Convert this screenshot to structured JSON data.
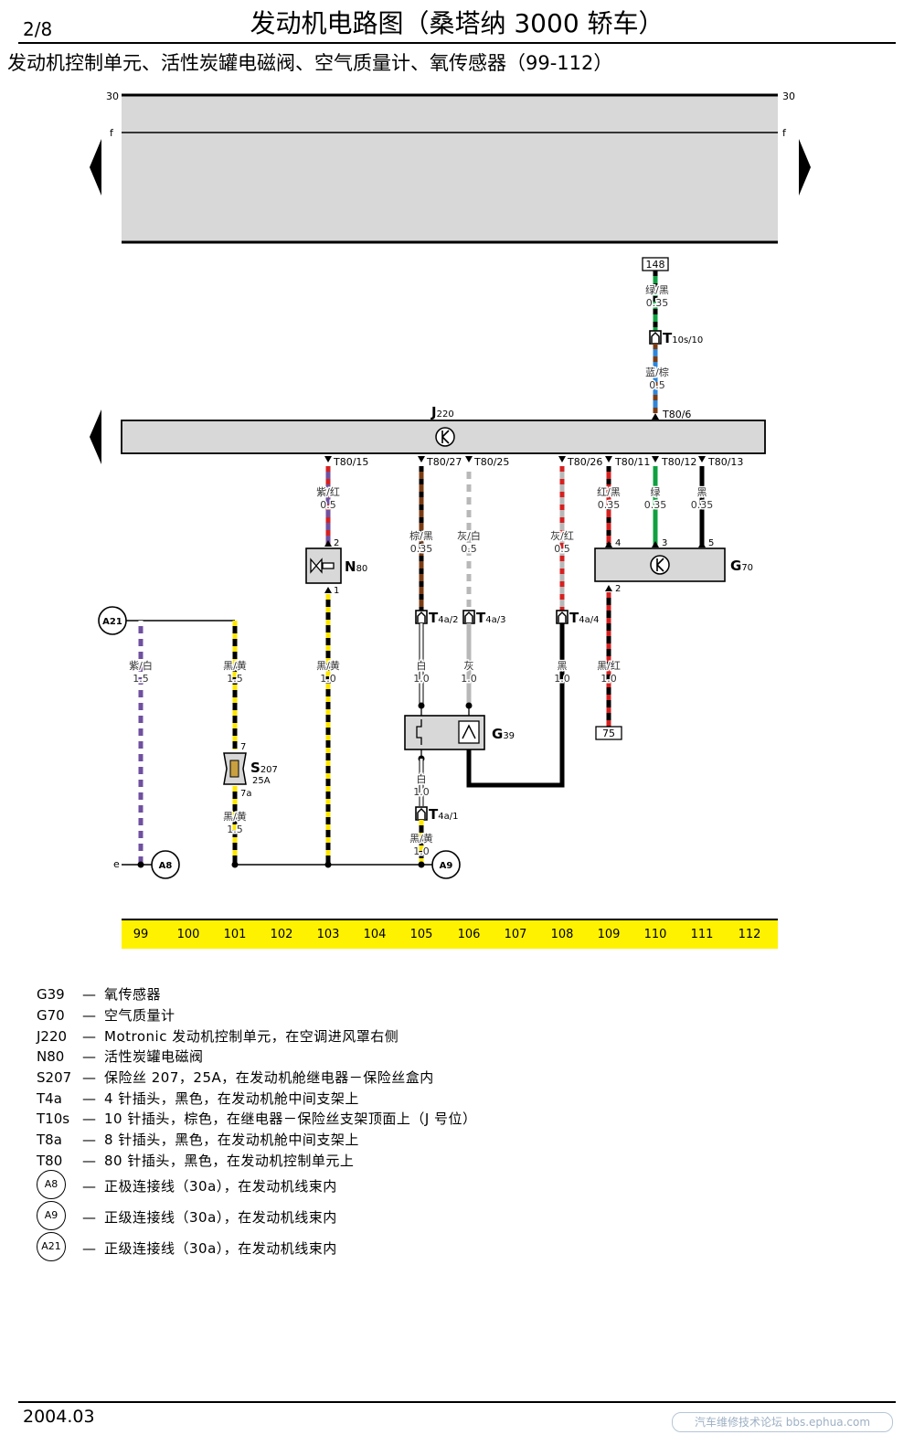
{
  "header": {
    "page": "2/8",
    "title": "发动机电路图（桑塔纳 3000 轿车）",
    "subtitle": "发动机控制单元、活性炭罐电磁阀、空气质量计、氧传感器（99-112）"
  },
  "footer": {
    "date": "2004.03",
    "watermark": "汽车维修技术论坛 bbs.ephua.com"
  },
  "colors": {
    "box_fill": "#d8d8d8",
    "track_bar": "#fff200",
    "black": "#000000",
    "yellow": "#ffe600",
    "purple": "#7050a0",
    "red": "#d62020",
    "brown": "#7a3b12",
    "gray": "#b8b8b8",
    "white": "#ffffff",
    "green": "#10a040",
    "blue": "#2f86d8"
  },
  "diagram": {
    "rail_labels": {
      "r30": "30",
      "rf": "f",
      "re": "e"
    },
    "components": {
      "J220": {
        "code": "J",
        "sub": "220"
      },
      "N80": {
        "code": "N",
        "sub": "80"
      },
      "G70": {
        "code": "G",
        "sub": "70"
      },
      "G39": {
        "code": "G",
        "sub": "39"
      },
      "S207": {
        "code": "S",
        "sub": "207",
        "rating": "25A"
      }
    },
    "connectors": {
      "t10s10": {
        "code": "T",
        "sub": "10s/10"
      },
      "t4a2": {
        "code": "T",
        "sub": "4a/2"
      },
      "t4a3": {
        "code": "T",
        "sub": "4a/3"
      },
      "t4a4": {
        "code": "T",
        "sub": "4a/4"
      },
      "t4a1": {
        "code": "T",
        "sub": "4a/1"
      }
    },
    "pins": {
      "T80_6": "T80/6",
      "T80_15": "T80/15",
      "T80_27": "T80/27",
      "T80_25": "T80/25",
      "T80_26": "T80/26",
      "T80_11": "T80/11",
      "T80_12": "T80/12",
      "T80_13": "T80/13"
    },
    "pin_numbers": {
      "n80_2": "2",
      "n80_1": "1",
      "g70_4": "4",
      "g70_3": "3",
      "g70_5": "5",
      "g70_2": "2",
      "s207_7": "7",
      "s207_7a": "7a"
    },
    "boxes": {
      "b148": "148",
      "b75": "75"
    },
    "circles": {
      "A21": "A21",
      "A8": "A8",
      "A9": "A9"
    },
    "wires": {
      "w148_color": "绿/黑",
      "w148_size": "0.35",
      "wt806_color": "蓝/棕",
      "wt806_size": "0.5",
      "w15_color": "紫/红",
      "w15_size": "0.5",
      "w27_color": "棕/黑",
      "w27_size": "0.35",
      "w25_color": "灰/白",
      "w25_size": "0.5",
      "w26_color": "灰/红",
      "w26_size": "0.5",
      "w11_color": "红/黑",
      "w11_size": "0.35",
      "w12_color": "绿",
      "w12_size": "0.35",
      "w13_color": "黑",
      "w13_size": "0.35",
      "wA21_color": "紫/白",
      "wA21_size": "1.5",
      "w101_color": "黑/黄",
      "w101_size": "1.5",
      "w101b_color": "黑/黄",
      "w101b_size": "1.5",
      "w103_color": "黑/黄",
      "w103_size": "1.0",
      "w105_color": "白",
      "w105_size": "1.0",
      "w106_color": "灰",
      "w106_size": "1.0",
      "w108_color": "黑",
      "w108_size": "1.0",
      "w109_color": "黑/红",
      "w109_size": "1.0",
      "w105b_color": "白",
      "w105b_size": "1.0",
      "w105c_color": "黑/黄",
      "w105c_size": "1.0"
    },
    "tracks": [
      "99",
      "100",
      "101",
      "102",
      "103",
      "104",
      "105",
      "106",
      "107",
      "108",
      "109",
      "110",
      "111",
      "112"
    ]
  },
  "legend": [
    {
      "code": "G39",
      "desc": "氧传感器"
    },
    {
      "code": "G70",
      "desc": "空气质量计"
    },
    {
      "code": "J220",
      "desc": "Motronic 发动机控制单元，在空调进风罩右侧"
    },
    {
      "code": "N80",
      "desc": "活性炭罐电磁阀"
    },
    {
      "code": "S207",
      "desc": "保险丝 207，25A，在发动机舱继电器－保险丝盒内"
    },
    {
      "code": "T4a",
      "desc": "4 针插头，黑色，在发动机舱中间支架上"
    },
    {
      "code": "T10s",
      "desc": "10 针插头，棕色，在继电器－保险丝支架顶面上（J 号位）"
    },
    {
      "code": "T8a",
      "desc": "8 针插头，黑色，在发动机舱中间支架上"
    },
    {
      "code": "T80",
      "desc": "80 针插头，黑色，在发动机控制单元上"
    },
    {
      "code": "A8",
      "desc": "正极连接线（30a），在发动机线束内"
    },
    {
      "code": "A9",
      "desc": "正级连接线（30a），在发动机线束内"
    },
    {
      "code": "A21",
      "desc": "正级连接线（30a），在发动机线束内"
    }
  ]
}
